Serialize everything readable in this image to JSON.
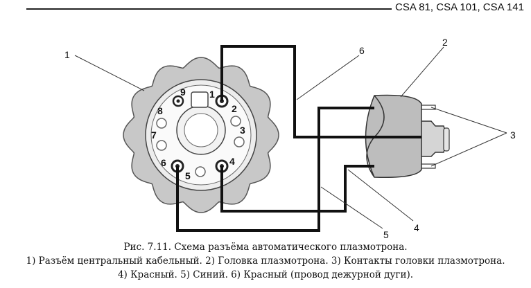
{
  "header": {
    "models": "CSA 81, CSA 101, CSA 141"
  },
  "diagram": {
    "callouts": [
      "1",
      "2",
      "3",
      "4",
      "5",
      "6"
    ],
    "pins": [
      "1",
      "2",
      "3",
      "4",
      "5",
      "6",
      "7",
      "8",
      "9"
    ]
  },
  "caption": {
    "title": "Рис. 7.11. Схема разъёма автоматического плазмотрона.",
    "line2": "1) Разъём центральный кабельный.  2) Головка плазмотрона.  3) Контакты головки плазмотрона.",
    "line3": "4) Красный.  5) Синий.  6) Красный (провод дежурной дуги)."
  },
  "colors": {
    "wire": "#111111",
    "connector_body": "#c8c8c8",
    "torch_head": "#bdbdbd"
  }
}
